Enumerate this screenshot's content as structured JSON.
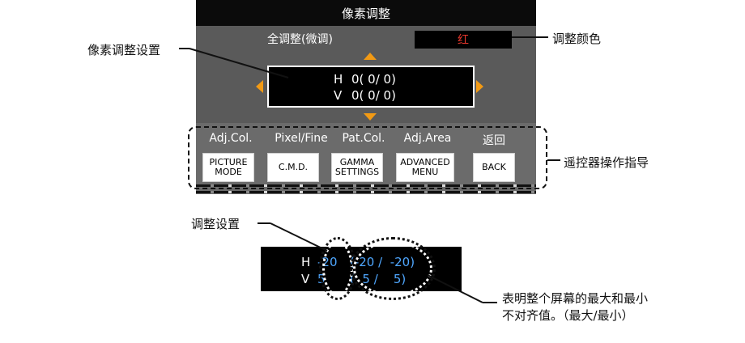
{
  "osd": {
    "title": "像素调整",
    "mode_label": "全调整(微调)",
    "color_value": "红",
    "h_axis": "H",
    "h_value": "0( 0/ 0)",
    "v_axis": "V",
    "v_value": "0( 0/ 0)"
  },
  "guide": {
    "labels": [
      "Adj.Col.",
      "Pixel/Fine",
      "Pat.Col.",
      "Adj.Area",
      "返回"
    ],
    "buttons": [
      {
        "line1": "PICTURE",
        "line2": "MODE"
      },
      {
        "line1": "C.M.D.",
        "line2": ""
      },
      {
        "line1": "GAMMA",
        "line2": "SETTINGS"
      },
      {
        "line1": "ADVANCED",
        "line2": "MENU"
      },
      {
        "line1": "BACK",
        "line2": ""
      }
    ]
  },
  "callouts": {
    "pixel_adjust_setting": "像素调整设置",
    "adjust_color": "调整颜色",
    "remote_guide": "遥控器操作指导",
    "adjust_setting": "调整设置",
    "max_min_note_line1": "表明整个屏幕的最大和最小",
    "max_min_note_line2": "不对齐值。（最大/最小）"
  },
  "detail": {
    "h_axis": "H",
    "h_current": "-20",
    "h_range": "(-20 /  -20)",
    "v_axis": "V",
    "v_current": "5",
    "v_range": "(  5 /    5)"
  },
  "colors": {
    "arrow": "#f29a14",
    "color_value_text": "#e8372c",
    "detail_value_text": "#4fa7ff"
  }
}
